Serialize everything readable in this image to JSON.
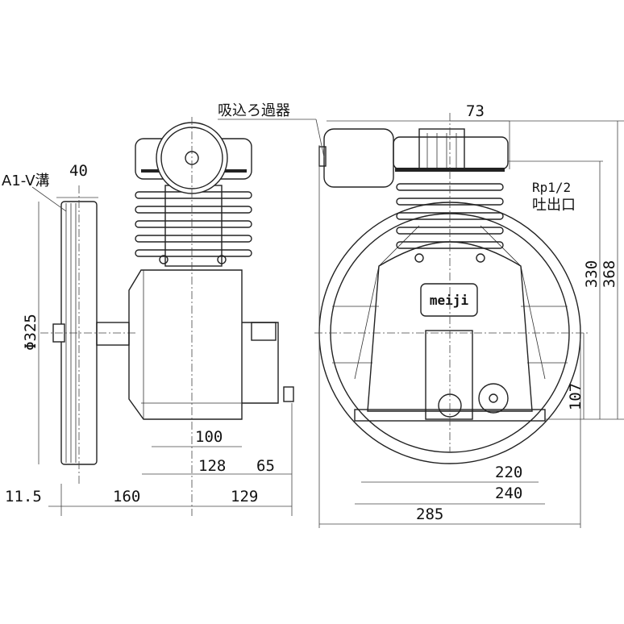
{
  "labels": {
    "intake_filter": "吸込ろ過器",
    "v_groove": "A1-V溝",
    "dim_40": "40",
    "dim_pulley_dia": "Φ325",
    "dim_100": "100",
    "dim_128": "128",
    "dim_65": "65",
    "dim_11_5": "11.5",
    "dim_160": "160",
    "dim_129": "129",
    "dim_73": "73",
    "port_size": "Rp1/2",
    "discharge_port": "吐出口",
    "dim_330": "330",
    "dim_368": "368",
    "dim_107": "107",
    "dim_220": "220",
    "dim_240": "240",
    "dim_285": "285",
    "logo": "meiji"
  }
}
